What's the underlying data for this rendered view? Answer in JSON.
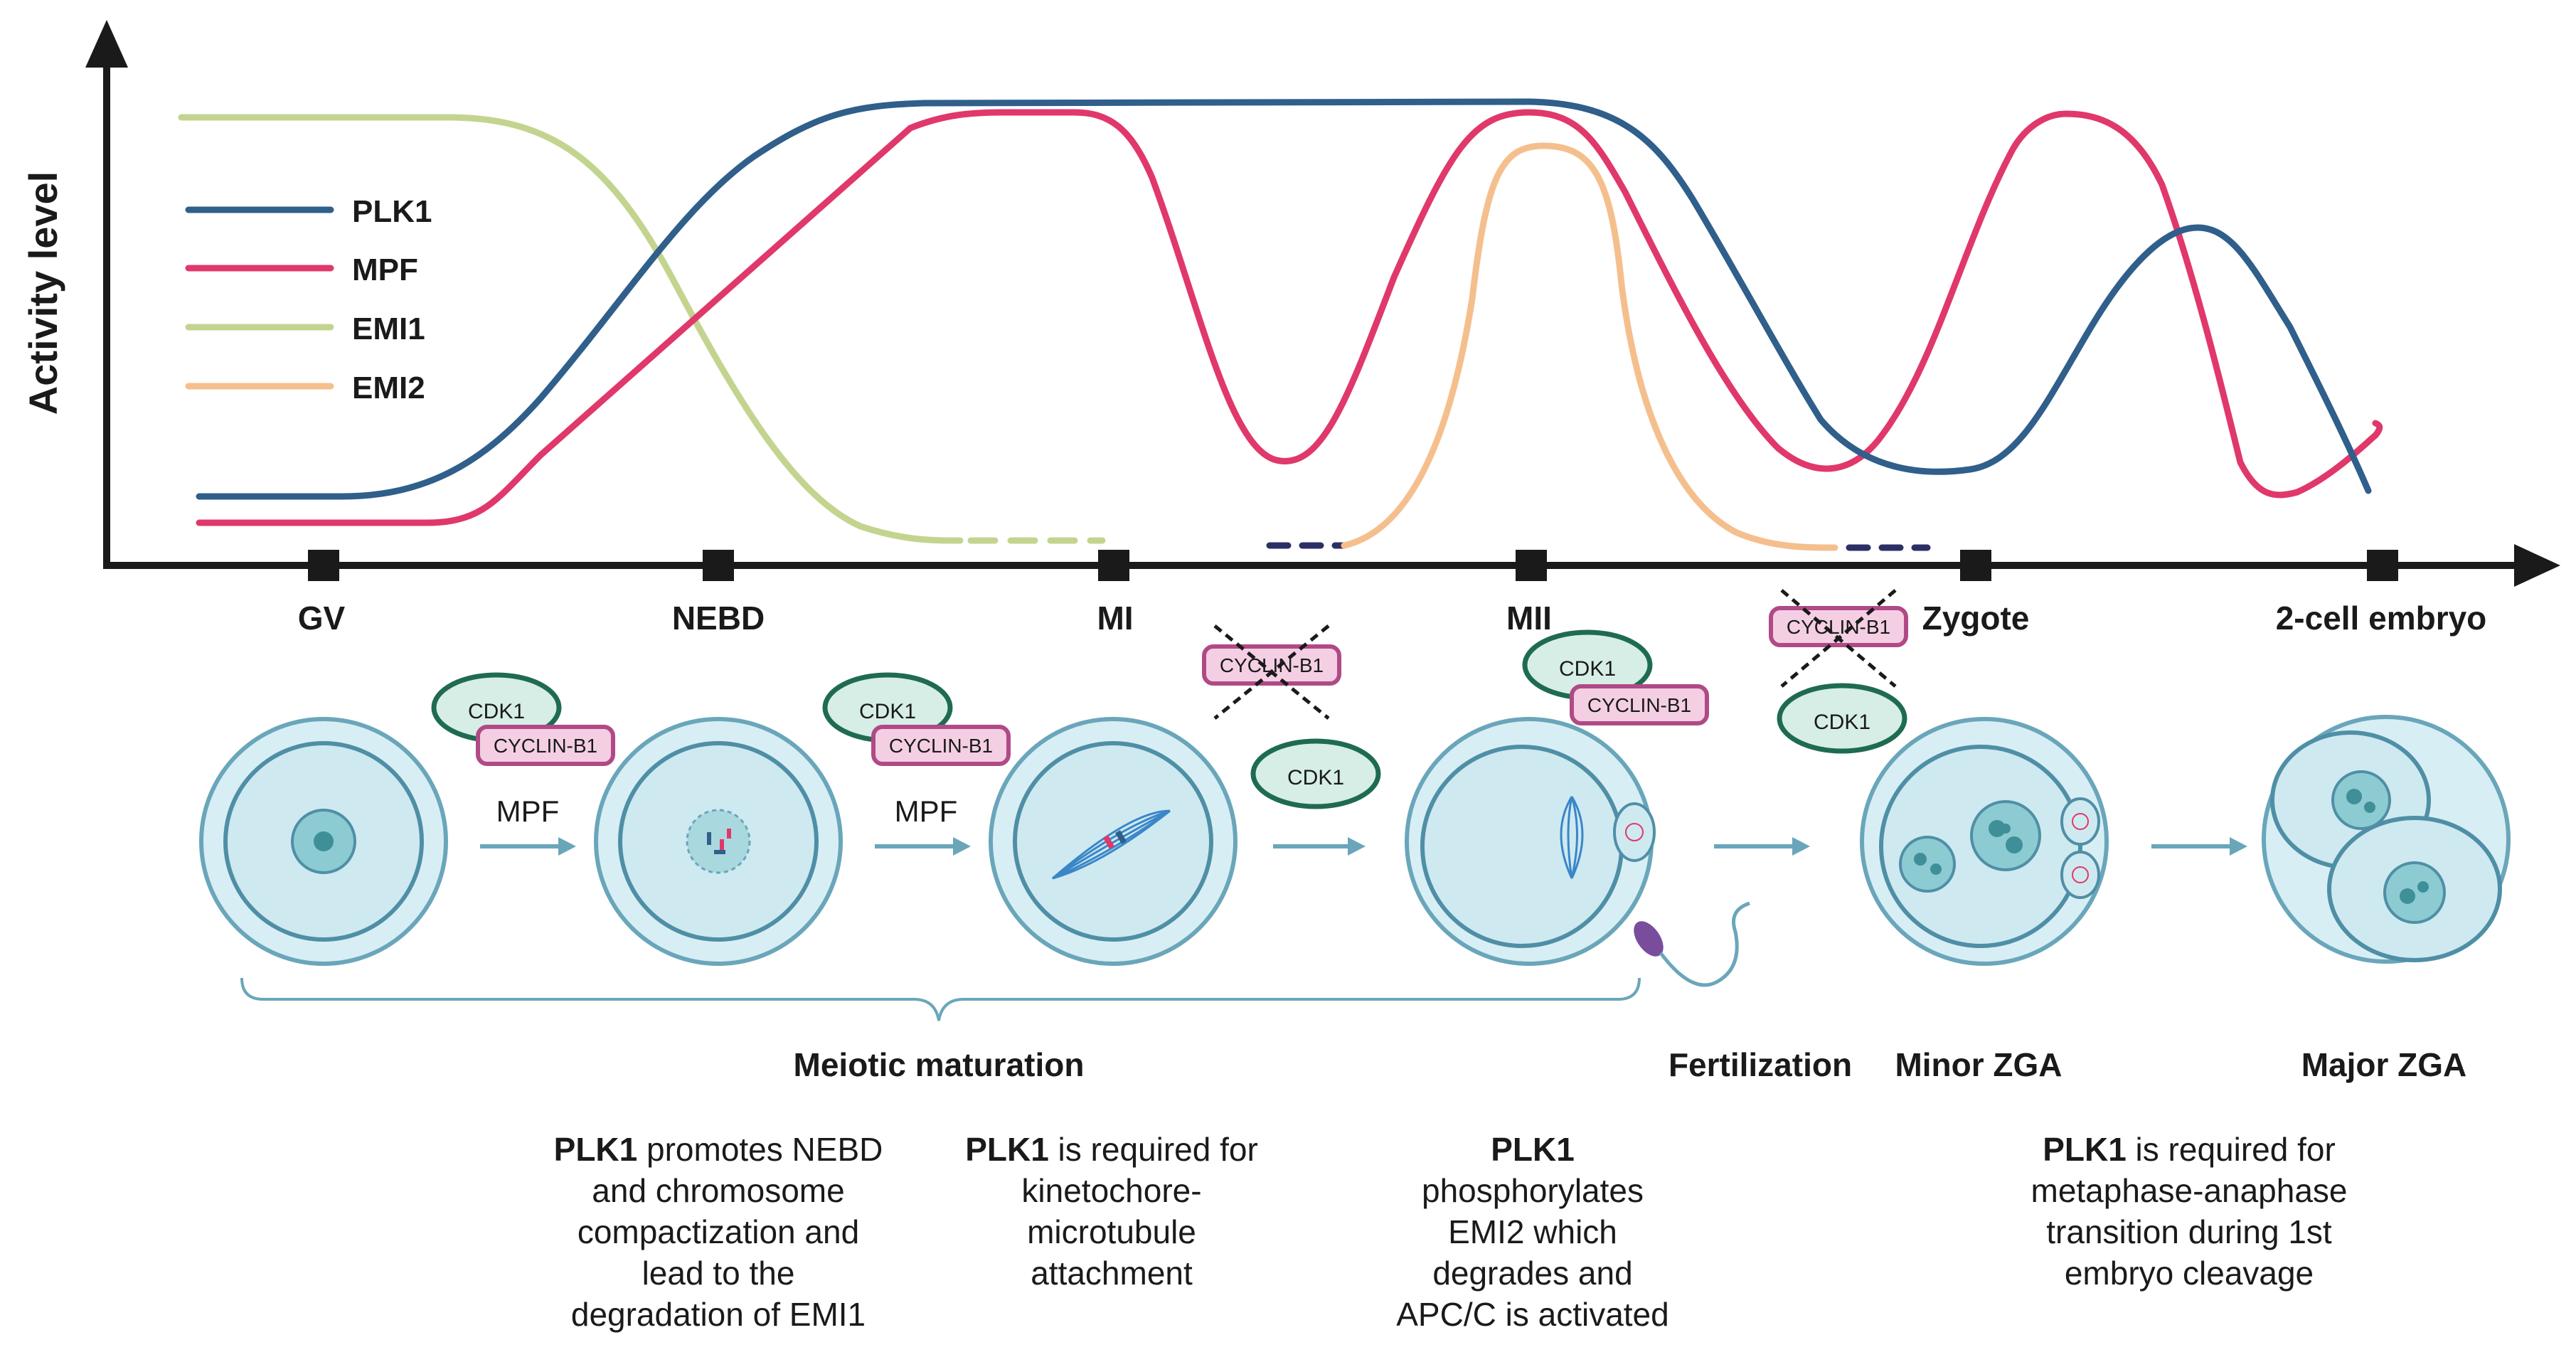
{
  "axis": {
    "y_label": "Activity level"
  },
  "legend": [
    {
      "label": "PLK1",
      "color": "#2f5f8a"
    },
    {
      "label": "MPF",
      "color": "#e0386a"
    },
    {
      "label": "EMI1",
      "color": "#c3d48f"
    },
    {
      "label": "EMI2",
      "color": "#f5bf8d"
    }
  ],
  "stages": [
    "GV",
    "NEBD",
    "MI",
    "MII",
    "Zygote",
    "2-cell embryo"
  ],
  "complex": {
    "cdk": "CDK1",
    "cyclin": "CYCLIN-B1",
    "mpf": "MPF"
  },
  "phases": {
    "meiotic": "Meiotic maturation",
    "fertilization": "Fertilization",
    "minor": "Minor ZGA",
    "major": "Major ZGA"
  },
  "notes": {
    "n1": {
      "bold": "PLK1",
      "rest": " promotes NEBD",
      "l2": "and chromosome",
      "l3": "compactization and",
      "l4": "lead to the",
      "l5": "degradation of EMI1"
    },
    "n2": {
      "bold": "PLK1",
      "rest": " is required for",
      "l2": "kinetochore-",
      "l3": "microtubule",
      "l4": "attachment"
    },
    "n3": {
      "bold": "PLK1",
      "l2": "phosphorylates",
      "l3": "EMI2 which",
      "l4": "degrades and",
      "l5": "APC/C is activated"
    },
    "n4": {
      "bold": "PLK1",
      "rest": " is required for",
      "l2": "metaphase-anaphase",
      "l3": "transition during 1st",
      "l4": "embryo cleavage"
    }
  },
  "colors": {
    "cell_fill": "#cfe9f1",
    "cell_stroke": "#6aa6ba",
    "cdk_fill": "#d6eee6",
    "cdk_stroke": "#1f6b52",
    "cyclin_fill": "#f4cfe3",
    "cyclin_stroke": "#b04a86"
  }
}
